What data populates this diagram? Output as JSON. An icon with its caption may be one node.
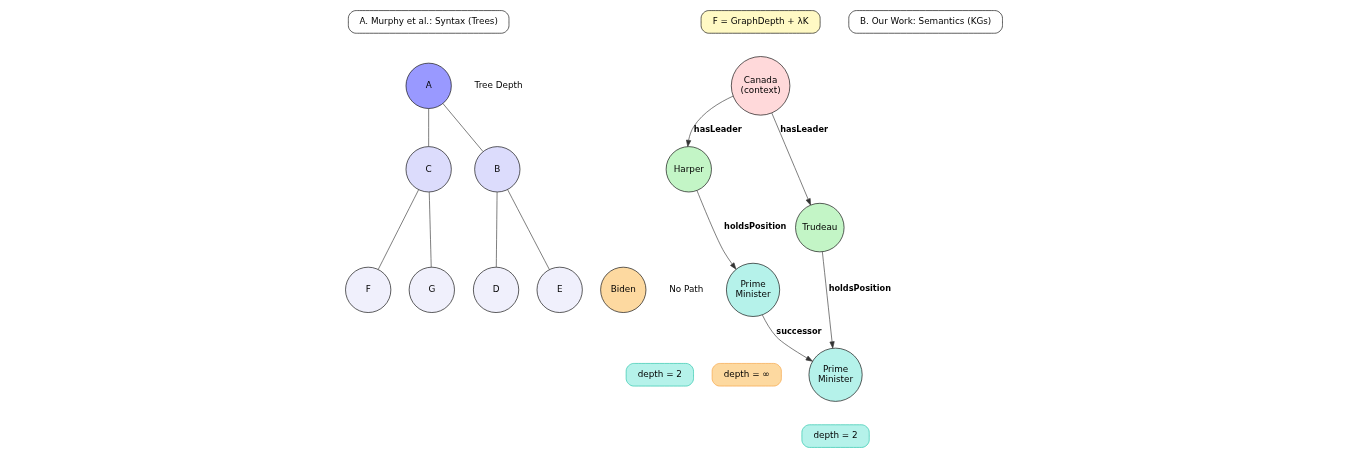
{
  "diagram": {
    "nodes": [
      {
        "text": [
          "A. Murphy et al.: Syntax (Trees)"
        ]
      },
      {
        "text": [
          "F = GraphDepth + λK"
        ]
      },
      {
        "text": [
          "B. Our Work: Semantics (KGs)"
        ]
      },
      {
        "text": [
          "A"
        ]
      },
      {
        "text": [
          "B"
        ]
      },
      {
        "text": [
          "C"
        ]
      },
      {
        "text": [
          "D"
        ]
      },
      {
        "text": [
          "E"
        ]
      },
      {
        "text": [
          "F"
        ]
      },
      {
        "text": [
          "G"
        ]
      },
      {
        "text": [
          "Canada (context)"
        ]
      },
      {
        "text": [
          "Trudeau"
        ]
      },
      {
        "text": [
          "Harper"
        ]
      },
      {
        "text": [
          "Prime Minister"
        ]
      },
      {
        "text": [
          "Prime Minister"
        ]
      },
      {
        "text": [
          "depth = 2"
        ]
      },
      {
        "text": [
          "depth = 2"
        ]
      },
      {
        "text": [
          "Biden"
        ]
      },
      {
        "text": [
          "depth = ∞"
        ]
      }
    ],
    "edges": [
      {
        "from": 3,
        "to": 4,
        "arrow": "none"
      },
      {
        "from": 3,
        "to": 5,
        "arrow": "none"
      },
      {
        "from": 4,
        "to": 6,
        "arrow": "none"
      },
      {
        "from": 4,
        "to": 7,
        "arrow": "none"
      },
      {
        "from": 5,
        "to": 8,
        "arrow": "none"
      },
      {
        "from": 5,
        "to": 9,
        "arrow": "none"
      },
      {
        "from": 10,
        "to": 11,
        "arrow": "to",
        "label": "hasLeader"
      },
      {
        "from": 10,
        "to": 12,
        "arrow": "to",
        "label": "hasLeader"
      },
      {
        "from": 11,
        "to": 13,
        "arrow": "to",
        "label": "holdsPosition"
      },
      {
        "from": 12,
        "to": 14,
        "arrow": "to",
        "label": "holdsPosition"
      },
      {
        "from": 14,
        "to": 13,
        "arrow": "to",
        "label": "successor"
      }
    ],
    "labels": [
      "Tree Depth",
      "No Path"
    ]
  }
}
